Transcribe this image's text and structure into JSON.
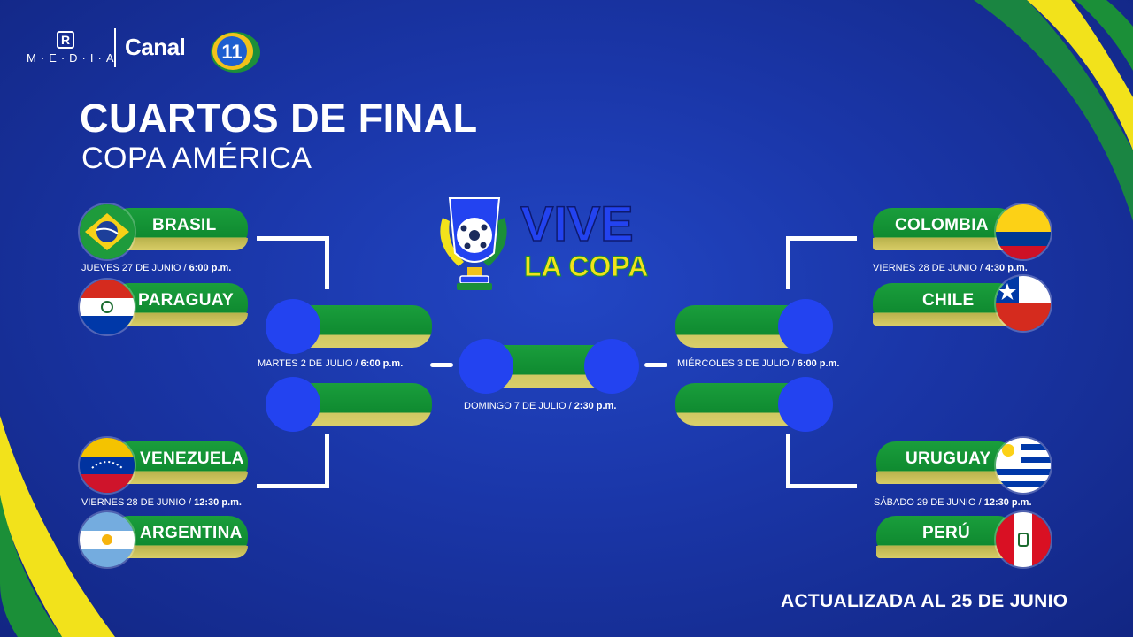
{
  "brand": {
    "r_mark": "R",
    "r_word": "MEDIA",
    "canal_word": "Canal",
    "canal_number": "11"
  },
  "title": {
    "main": "CUARTOS DE FINAL",
    "sub": "COPA AMÉRICA"
  },
  "logo": {
    "line1": "VIVE",
    "line2": "LA COPA"
  },
  "quarterfinals": [
    {
      "home": "BRASIL",
      "away": "PARAGUAY",
      "date": "JUEVES 27 DE JUNIO / ",
      "time": "6:00 p.m."
    },
    {
      "home": "VENEZUELA",
      "away": "ARGENTINA",
      "date": "VIERNES 28 DE JUNIO / ",
      "time": "12:30 p.m."
    },
    {
      "home": "COLOMBIA",
      "away": "CHILE",
      "date": "VIERNES 28 DE JUNIO / ",
      "time": "4:30 p.m."
    },
    {
      "home": "URUGUAY",
      "away": "PERÚ",
      "date": "SÁBADO 29 DE JUNIO / ",
      "time": "12:30 p.m."
    }
  ],
  "semifinals": [
    {
      "date": "MARTES 2 DE JULIO / ",
      "time": "6:00 p.m."
    },
    {
      "date": "MIÉRCOLES 3 DE JULIO / ",
      "time": "6:00 p.m."
    }
  ],
  "final": {
    "date": "DOMINGO 7 DE JULIO / ",
    "time": "2:30 p.m."
  },
  "footer": {
    "updated": "ACTUALIZADA AL 25 DE JUNIO"
  },
  "colors": {
    "background": "#1a36a8",
    "ribbon_green": "#129232",
    "ribbon_gold": "#d3cc66",
    "slot_ball": "#2343f0",
    "accent_yellow": "#f2e21b"
  },
  "icons": [
    "r-media-logo",
    "canal-11-logo",
    "vive-la-copa-trophy-icon",
    "flag-brazil-icon",
    "flag-paraguay-icon",
    "flag-venezuela-icon",
    "flag-argentina-icon",
    "flag-colombia-icon",
    "flag-chile-icon",
    "flag-uruguay-icon",
    "flag-peru-icon"
  ]
}
